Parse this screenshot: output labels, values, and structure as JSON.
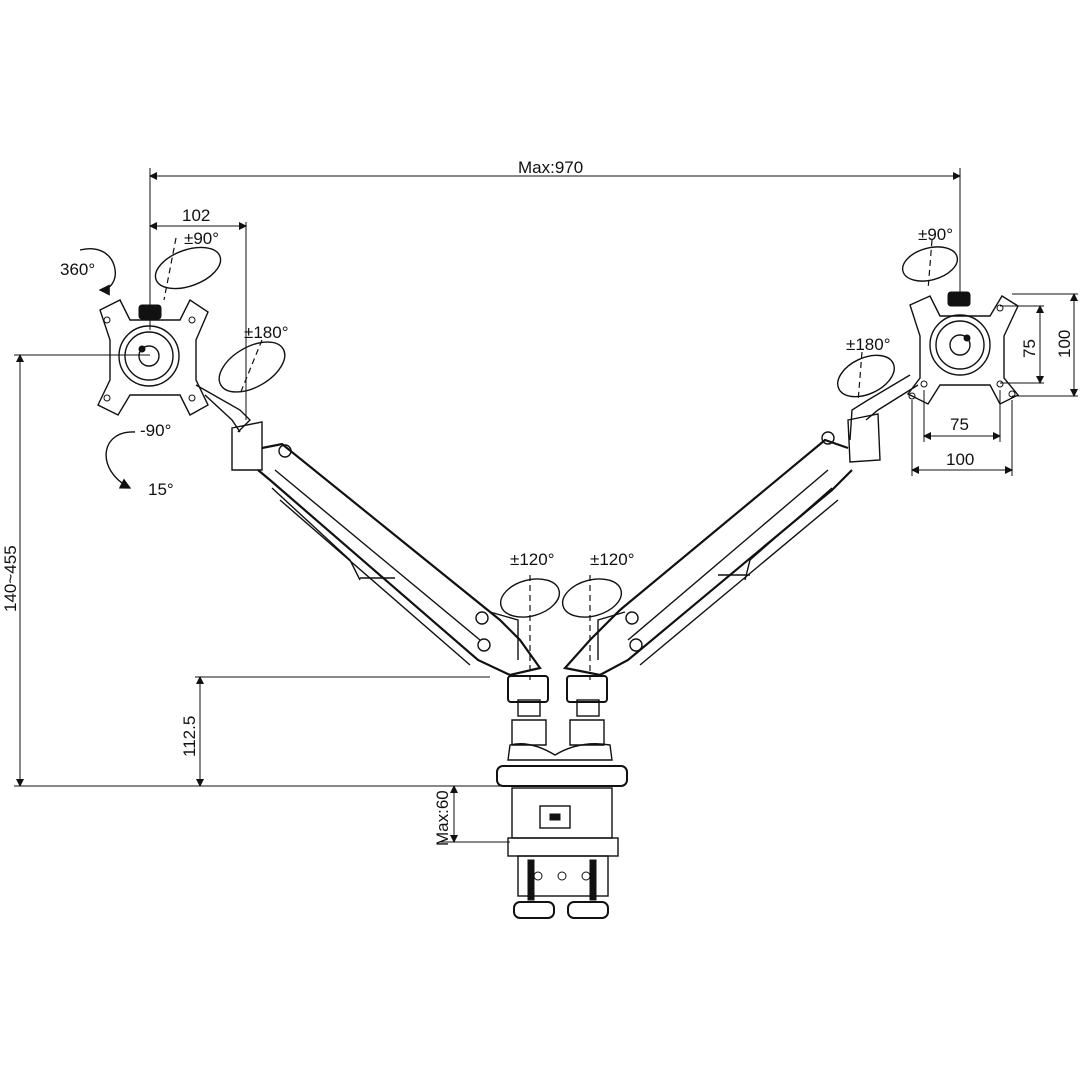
{
  "dimensions": {
    "max_width": "Max:970",
    "arm_offset": "102",
    "height_range": "140~455",
    "pole_height": "112.5",
    "clamp_max": "Max:60",
    "vesa_h_small": "75",
    "vesa_h_large": "100",
    "vesa_v_small": "75",
    "vesa_v_large": "100"
  },
  "rotations": {
    "left_swivel": "360°",
    "left_tilt_top": "±90°",
    "left_rotate": "±180°",
    "left_tilt_down": "-90°",
    "left_tilt_up": "15°",
    "right_tilt_top": "±90°",
    "right_rotate": "±180°",
    "base_left": "±120°",
    "base_right": "±120°"
  }
}
